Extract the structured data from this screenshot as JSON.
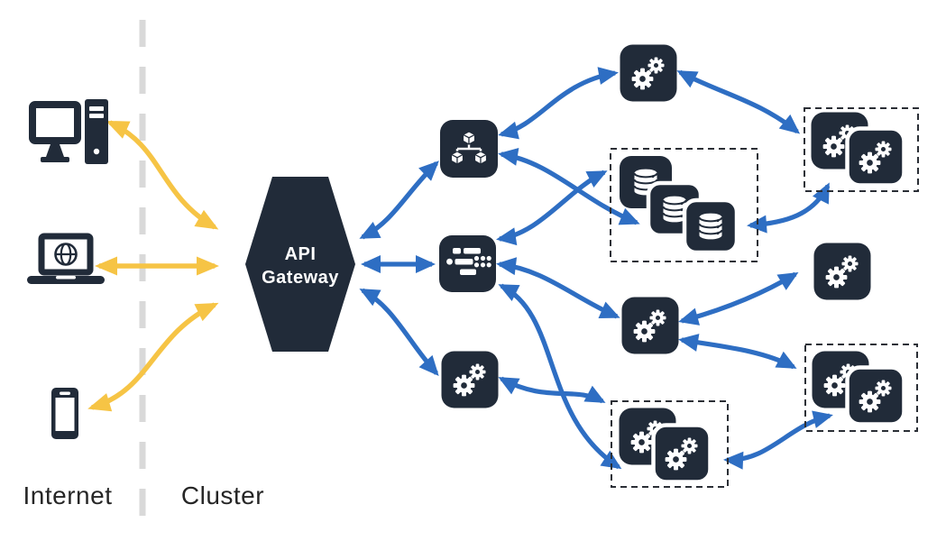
{
  "zones": {
    "internet": {
      "label": "Internet",
      "devices": [
        {
          "icon": "desktop-computer-icon"
        },
        {
          "icon": "laptop-globe-icon"
        },
        {
          "icon": "smartphone-icon"
        }
      ]
    },
    "cluster": {
      "label": "Cluster"
    }
  },
  "gateway": {
    "label_line1": "API",
    "label_line2": "Gateway",
    "shape": "hexagon"
  },
  "services": [
    {
      "id": "cubes-service",
      "icon": "cubes-cluster-icon"
    },
    {
      "id": "list-service",
      "icon": "list-dots-icon"
    },
    {
      "id": "gears-service-a",
      "icon": "gears-icon"
    },
    {
      "id": "gears-service-top",
      "icon": "gears-icon"
    },
    {
      "id": "gears-service-mid",
      "icon": "gears-icon"
    },
    {
      "id": "gears-service-right",
      "icon": "gears-icon"
    }
  ],
  "service_groups": [
    {
      "id": "database-cluster",
      "icon": "database-icon",
      "replicas": 3,
      "border": "dashed"
    },
    {
      "id": "pair-top-right",
      "icon": "gears-icon",
      "replicas": 2,
      "border": "dashed"
    },
    {
      "id": "pair-bottom-right",
      "icon": "gears-icon",
      "replicas": 2,
      "border": "dashed"
    },
    {
      "id": "pair-bottom-center",
      "icon": "gears-icon",
      "replicas": 2,
      "border": "dashed"
    }
  ],
  "connections": {
    "external_bidirectional": [
      [
        "desktop-computer",
        "api-gateway"
      ],
      [
        "laptop",
        "api-gateway"
      ],
      [
        "smartphone",
        "api-gateway"
      ]
    ],
    "internal_bidirectional": [
      [
        "api-gateway",
        "cubes-service"
      ],
      [
        "api-gateway",
        "list-service"
      ],
      [
        "api-gateway",
        "gears-service-a"
      ],
      [
        "cubes-service",
        "gears-service-top"
      ],
      [
        "cubes-service",
        "database-cluster"
      ],
      [
        "list-service",
        "database-cluster"
      ],
      [
        "list-service",
        "gears-service-mid"
      ],
      [
        "list-service",
        "pair-bottom-center"
      ],
      [
        "gears-service-a",
        "pair-bottom-center"
      ],
      [
        "gears-service-top",
        "pair-top-right"
      ],
      [
        "database-cluster",
        "pair-top-right"
      ],
      [
        "gears-service-mid",
        "gears-service-right"
      ],
      [
        "gears-service-mid",
        "pair-bottom-right"
      ],
      [
        "pair-bottom-center",
        "pair-bottom-right"
      ]
    ]
  },
  "colors": {
    "node_dark": "#212b39",
    "arrow_blue": "#2e6ec3",
    "arrow_yellow": "#f6c445",
    "separator_gray": "#d9d9d9",
    "dashed_border": "#2b2f36",
    "label_text": "#262626",
    "gateway_text": "#ffffff",
    "background": "#ffffff"
  }
}
